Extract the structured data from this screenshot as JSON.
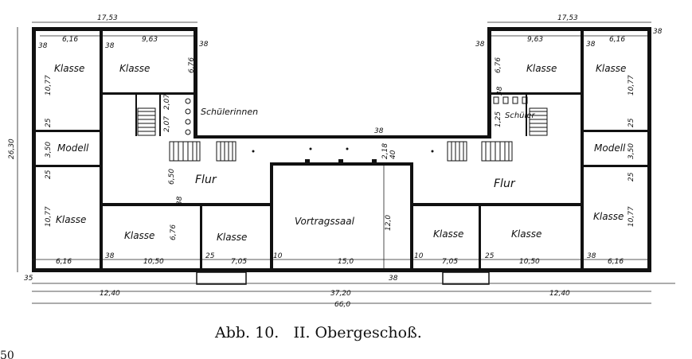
{
  "rooms": {
    "klasse": "Klasse",
    "modell": "Modell",
    "flur": "Flur",
    "vortragssaal": "Vortragssaal",
    "schuelerinnen": "Schülerinnen",
    "schueler": "Schüler"
  },
  "dims": {
    "top_left_width": "17,53",
    "top_right_width": "17,53",
    "d616": "6,16",
    "d963": "9,63",
    "d38": "38",
    "d676": "6,76",
    "d1077": "10,77",
    "d25": "25",
    "d350": "3,50",
    "d2630": "26,30",
    "d207": "2,07",
    "d650": "6,50",
    "d218": "2,18",
    "d40": "40",
    "d120": "12,0",
    "d1050": "10,50",
    "d705": "7,05",
    "d10": "10",
    "d150": "15,0",
    "d1240": "12,40",
    "d3720": "37,20",
    "d660": "66,0",
    "d125": "1,25",
    "d35": "35"
  },
  "caption": "Abb. 10.   II. Obergeschoß.",
  "page_number": "50"
}
